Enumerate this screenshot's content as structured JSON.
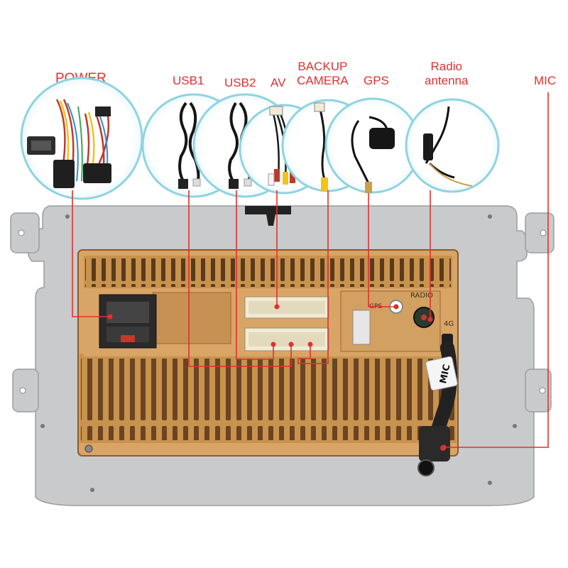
{
  "labels": {
    "power": "POWER",
    "usb1": "USB1",
    "usb2": "USB2",
    "av": "AV",
    "backup_line1": "BACKUP",
    "backup_line2": "CAMERA",
    "gps": "GPS",
    "radio_line1": "Radio",
    "radio_line2": "antenna",
    "mic": "MIC"
  },
  "unit_markings": {
    "gps": "GPS",
    "radio": "RADIO",
    "fourg": "4G",
    "mic_cable": "MIC"
  },
  "colors": {
    "accent": "#e0312f",
    "bracket": "#c9cacb",
    "casing": "#d9a567",
    "casing_dark": "#a26f3a",
    "bubble": "#8fd3e2"
  }
}
